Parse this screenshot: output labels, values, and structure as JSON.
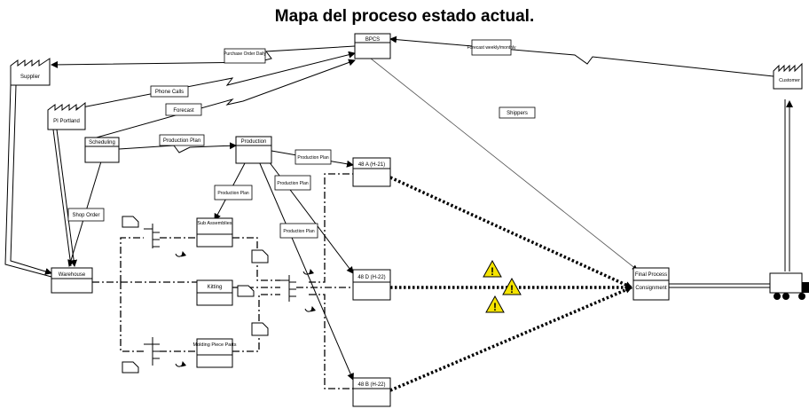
{
  "title": "Mapa del proceso estado actual.",
  "nodes": {
    "bpcs": "BPCS",
    "supplier": "Supplier",
    "customer": "Customer",
    "pi_portland": "PI Portland",
    "scheduling": "Scheduling",
    "production": "Production",
    "warehouse": "Warehouse",
    "sub_assemblies": "Sub Assemblies",
    "kitting": "Kitting",
    "molding_piece_parts": "Molding Piece Parts",
    "press_48a": "48 A (H-21)",
    "press_48d": "48 D (H-22)",
    "press_48b": "48 B (H-22)",
    "final_process": "Final Process",
    "consignment": "Consignment"
  },
  "flows": {
    "purchase_order": "Purchase Order Daily",
    "forecast_customer": "Forecast weekly/monthly",
    "phone_calls": "Phone Calls",
    "forecast": "Forecast",
    "production_plan_main": "Production Plan",
    "production_plan_48a": "Production Plan",
    "production_plan_sub": "Production Plan",
    "production_plan_48d": "Production Plan",
    "production_plan_48b": "Production Plan",
    "shop_order": "Shop Order",
    "shippers": "Shippers"
  },
  "colors": {
    "warning": "#f5e400"
  },
  "icons": [
    "factory-icon",
    "kanban-post-icon",
    "buffer-icon",
    "warning-icon",
    "truck-icon",
    "cycle-icon"
  ]
}
